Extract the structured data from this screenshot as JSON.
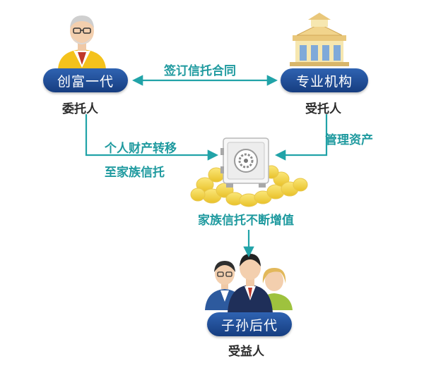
{
  "nodes": {
    "founder": {
      "label": "创富一代",
      "role": "委托人"
    },
    "institution": {
      "label": "专业机构",
      "role": "受托人"
    },
    "heirs": {
      "label": "子孙后代",
      "role": "受益人"
    }
  },
  "edges": {
    "contract": "签订信托合同",
    "transfer_line1": "个人财产转移",
    "transfer_line2": "至家族信托",
    "manage": "管理资产",
    "growth": "家族信托不断增值"
  },
  "colors": {
    "pill_top": "#2f63b2",
    "pill_bottom": "#163d80",
    "arrow": "#21a3a8",
    "label_teal": "#1f9a9f",
    "gold": "#f3d33c"
  },
  "icons": {
    "founder": "elderly-man-icon",
    "institution": "bank-building-icon",
    "vault": "safe-with-coins-icon",
    "heirs": "family-icon"
  }
}
